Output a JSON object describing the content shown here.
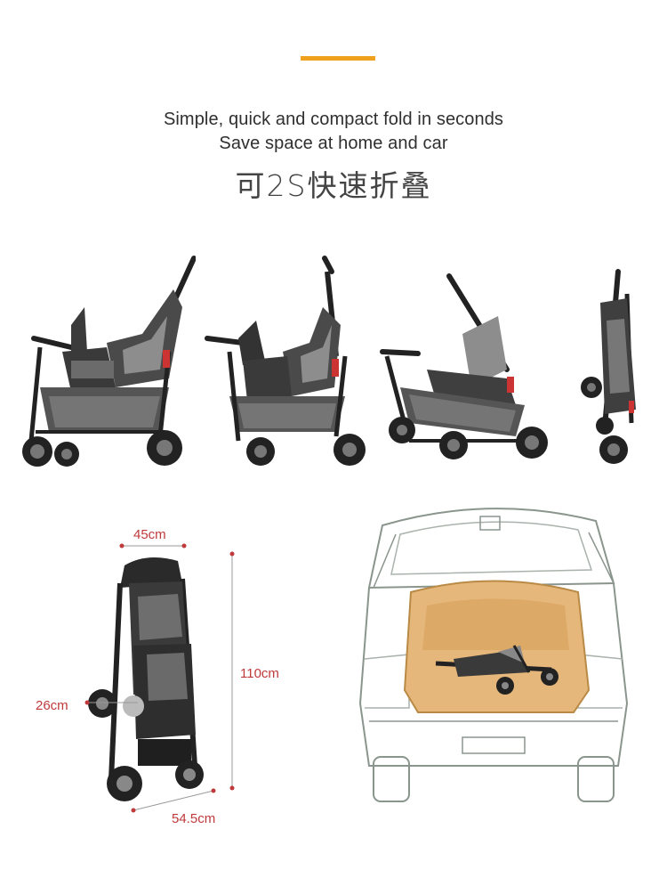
{
  "headline": {
    "line1": "Simple, quick and compact fold in seconds",
    "line2": "Save space at home and car",
    "line3": "可2S快速折叠"
  },
  "dimensions": {
    "width": "45cm",
    "height": "110cm",
    "depth": "26cm",
    "length": "54.5cm"
  },
  "colors": {
    "accent": "#f0a11c",
    "dimension": "#c0393b",
    "trunk_fill": "#e6b77a",
    "car_outline": "#8a958d"
  }
}
